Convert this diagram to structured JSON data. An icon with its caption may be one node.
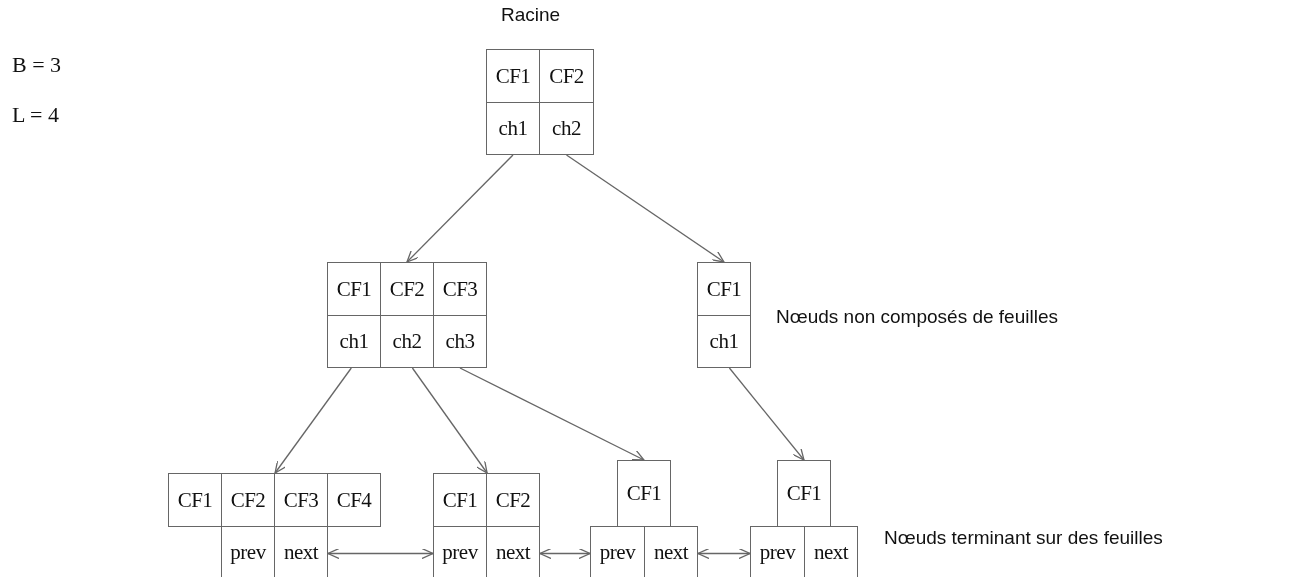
{
  "diagram": {
    "nodes": [
      {
        "text": [
          "CF1"
        ]
      },
      {
        "text": [
          "CF2"
        ]
      },
      {
        "text": [
          "ch1"
        ]
      },
      {
        "text": [
          "ch2"
        ]
      },
      {
        "text": [
          "CF1"
        ]
      },
      {
        "text": [
          "CF2"
        ]
      },
      {
        "text": [
          "CF3"
        ]
      },
      {
        "text": [
          "ch1"
        ]
      },
      {
        "text": [
          "ch2"
        ]
      },
      {
        "text": [
          "ch3"
        ]
      },
      {
        "text": [
          "CF1"
        ]
      },
      {
        "text": [
          "ch1"
        ]
      },
      {
        "text": [
          "CF1"
        ]
      },
      {
        "text": [
          "CF2"
        ]
      },
      {
        "text": [
          "CF3"
        ]
      },
      {
        "text": [
          "CF4"
        ]
      },
      {
        "text": [
          "prev"
        ]
      },
      {
        "text": [
          "next"
        ]
      },
      {
        "text": [
          "CF1"
        ]
      },
      {
        "text": [
          "CF2"
        ]
      },
      {
        "text": [
          "prev"
        ]
      },
      {
        "text": [
          "next"
        ]
      },
      {
        "text": [
          "CF1"
        ]
      },
      {
        "text": [
          "prev"
        ]
      },
      {
        "text": [
          "next"
        ]
      },
      {
        "text": [
          "CF1"
        ]
      },
      {
        "text": [
          "prev"
        ]
      },
      {
        "text": [
          "next"
        ]
      }
    ],
    "edges": [
      {
        "from": 2,
        "to": 5,
        "arrow": "to"
      },
      {
        "from": 3,
        "to": 10,
        "arrow": "to"
      },
      {
        "from": 7,
        "to": 14,
        "arrow": "to"
      },
      {
        "from": 8,
        "to": 19,
        "arrow": "to"
      },
      {
        "from": 9,
        "to": 22,
        "arrow": "to"
      },
      {
        "from": 11,
        "to": 25,
        "arrow": "to"
      },
      {
        "from": 17,
        "to": 20,
        "arrow": "both"
      },
      {
        "from": 21,
        "to": 23,
        "arrow": "both"
      },
      {
        "from": 24,
        "to": 26,
        "arrow": "both"
      }
    ],
    "labels": [
      "Racine",
      "B = 3",
      "L = 4",
      "Nœuds non composés de feuilles",
      "Nœuds terminant sur des feuilles"
    ]
  }
}
